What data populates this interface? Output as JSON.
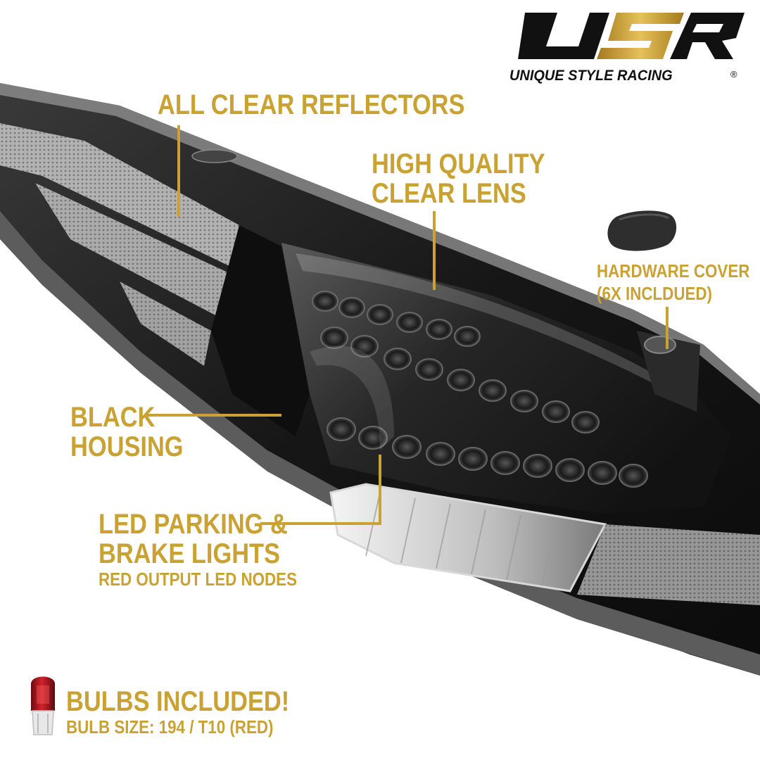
{
  "brand": {
    "logo_text": "USR",
    "tagline": "UNIQUE STYLE RACING",
    "registered_mark": "®"
  },
  "callouts": {
    "reflectors": "ALL CLEAR REFLECTORS",
    "lens_line1": "HIGH QUALITY",
    "lens_line2": "CLEAR LENS",
    "hardware_line1": "HARDWARE COVER",
    "hardware_line2": "(6X INCLDUED)",
    "housing_line1": "BLACK",
    "housing_line2": "HOUSING",
    "led_line1": "LED PARKING &",
    "led_line2": "BRAKE LIGHTS",
    "led_sub": "RED OUTPUT LED NODES"
  },
  "bulbs": {
    "headline": "BULBS INCLUDED!",
    "size": "BULB SIZE: 194 / T10 (RED)"
  },
  "colors": {
    "accent_gold": "#c9a233",
    "housing_dark": "#1c1c1c",
    "bulb_red": "#b3121b"
  },
  "icons": [
    "tail-light-photo",
    "hardware-cover-plug",
    "red-wedge-bulb"
  ]
}
